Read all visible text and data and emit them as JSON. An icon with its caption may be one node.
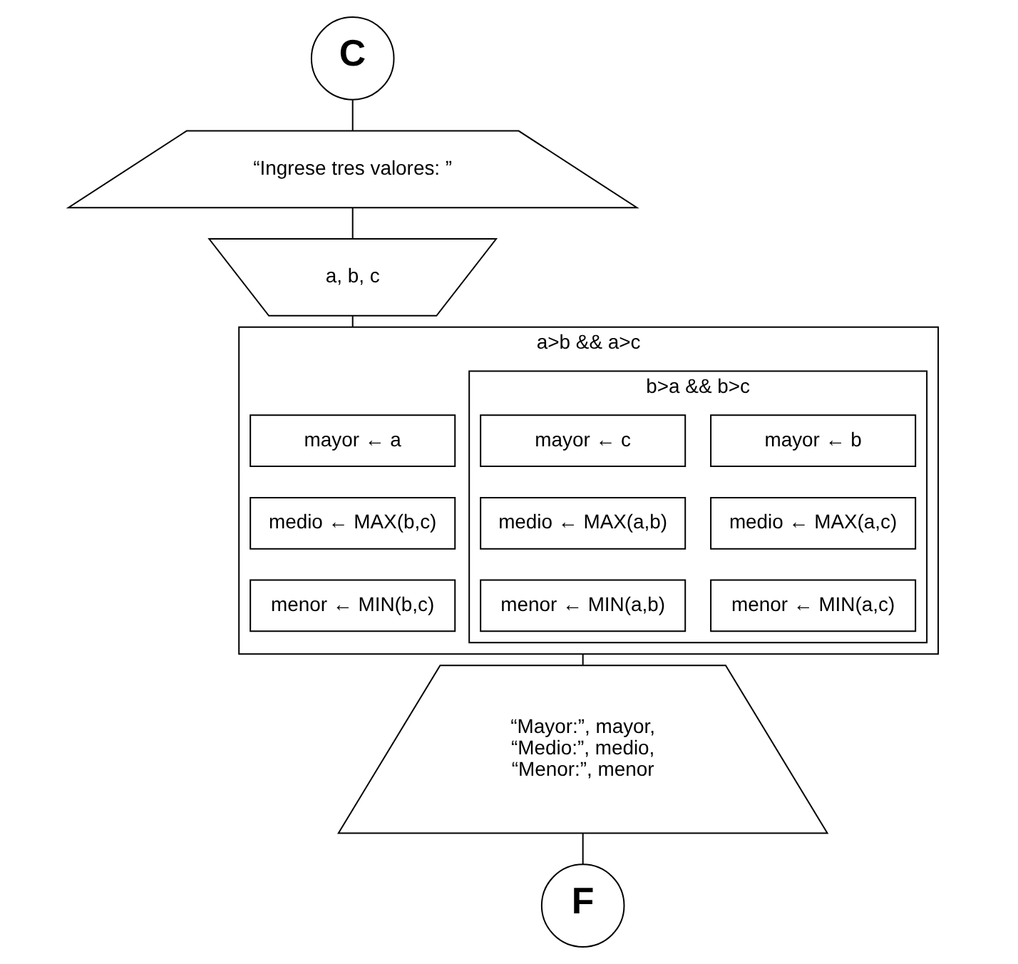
{
  "diagram": {
    "nodes": [
      {
        "text": [
          "C"
        ]
      },
      {
        "text": [
          "“Ingrese tres valores: ”"
        ]
      },
      {
        "text": [
          "a, b, c"
        ]
      },
      {
        "text": [
          "a>b && a>c"
        ]
      },
      {
        "text": [
          "mayor ← a"
        ],
        "in": 3
      },
      {
        "text": [
          "medio ← MAX(b,c)"
        ],
        "in": 3
      },
      {
        "text": [
          "menor ← MIN(b,c)"
        ],
        "in": 3
      },
      {
        "text": [
          "b>a && b>c"
        ],
        "in": 3
      },
      {
        "text": [
          "mayor ← b"
        ],
        "in": 7
      },
      {
        "text": [
          "medio ← MAX(a,c)"
        ],
        "in": 7
      },
      {
        "text": [
          "menor ← MIN(a,c)"
        ],
        "in": 7
      },
      {
        "text": [
          "mayor ← c"
        ],
        "in": 7
      },
      {
        "text": [
          "medio ← MAX(a,b)"
        ],
        "in": 7
      },
      {
        "text": [
          "menor ← MIN(a,b)"
        ],
        "in": 7
      },
      {
        "text": [
          "“Mayor:”, mayor, “Medio:”, medio, “Menor:”, menor"
        ]
      },
      {
        "text": [
          "F"
        ]
      }
    ],
    "edges": [
      {
        "from": 0,
        "to": 1,
        "arrow": "none"
      },
      {
        "from": 1,
        "to": 2,
        "arrow": "none"
      },
      {
        "from": 2,
        "to": 3,
        "arrow": "none"
      },
      {
        "from": 3,
        "to": 14,
        "arrow": "none"
      },
      {
        "from": 14,
        "to": 15,
        "arrow": "none"
      }
    ]
  }
}
